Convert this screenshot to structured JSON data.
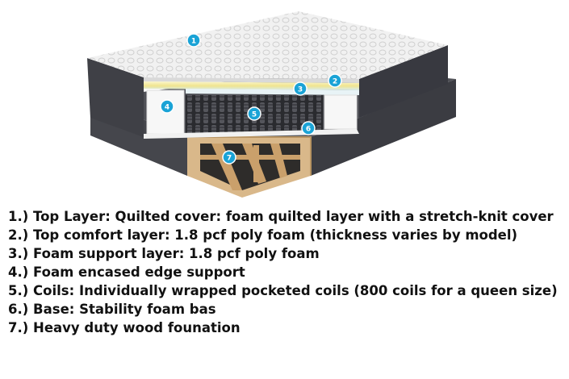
{
  "callouts": [
    "1",
    "2",
    "3",
    "4",
    "5",
    "6",
    "7"
  ],
  "legend": [
    "1.) Top Layer: Quilted cover: foam quilted layer with a stretch-knit cover",
    "2.) Top comfort layer: 1.8 pcf poly foam (thickness varies by model)",
    "3.) Foam support layer: 1.8 pcf poly foam",
    "4.) Foam encased edge support",
    "5.) Coils: Individually wrapped pocketed coils (800 coils for a queen size)",
    "6.) Base: Stability foam bas",
    "7.) Heavy duty wood founation"
  ],
  "colors": {
    "badge": "#1aa3d6",
    "fabric_dark": "#3e3f45",
    "quilt_top": "#efefef",
    "wood": "#d9b88a",
    "comfort_foam": "#f3e8a3"
  }
}
